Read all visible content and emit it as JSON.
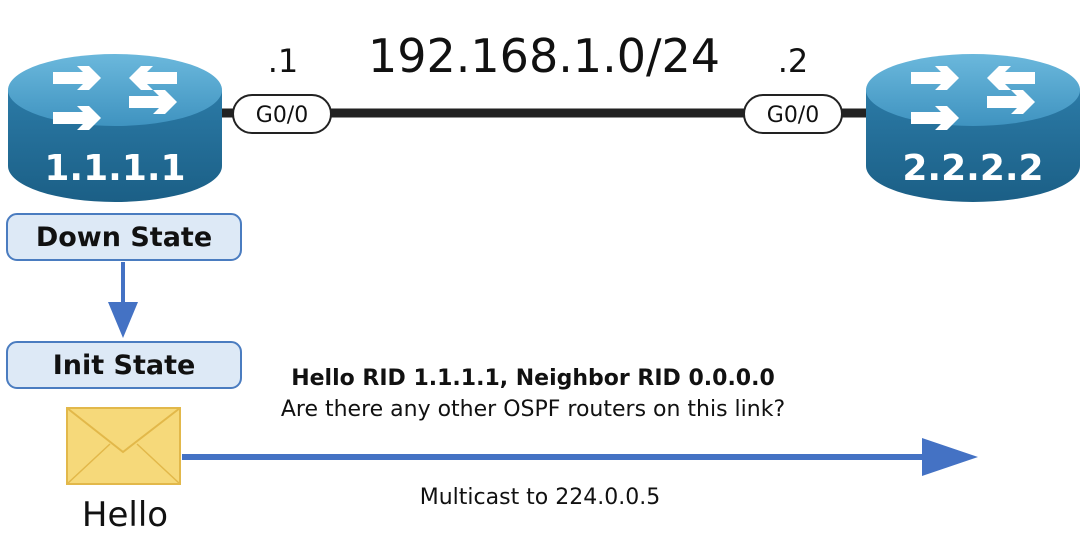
{
  "network": "192.168.1.0/24",
  "router_left": {
    "rid": "1.1.1.1",
    "interface": "G0/0",
    "host": ".1"
  },
  "router_right": {
    "rid": "2.2.2.2",
    "interface": "G0/0",
    "host": ".2"
  },
  "states": {
    "first": "Down State",
    "second": "Init State"
  },
  "packet": {
    "icon": "envelope-icon",
    "label": "Hello",
    "title": "Hello RID 1.1.1.1, Neighbor RID 0.0.0.0",
    "question": "Are there any other OSPF routers on this link?",
    "destination": "Multicast to 224.0.0.5"
  },
  "colors": {
    "router_top": "#4a9bc4",
    "router_body": "#2f7ca6",
    "link": "#222222",
    "state_fill": "#dde9f6",
    "state_border": "#4a7cc0",
    "arrow": "#4472c4",
    "envelope": "#f6d97a"
  }
}
